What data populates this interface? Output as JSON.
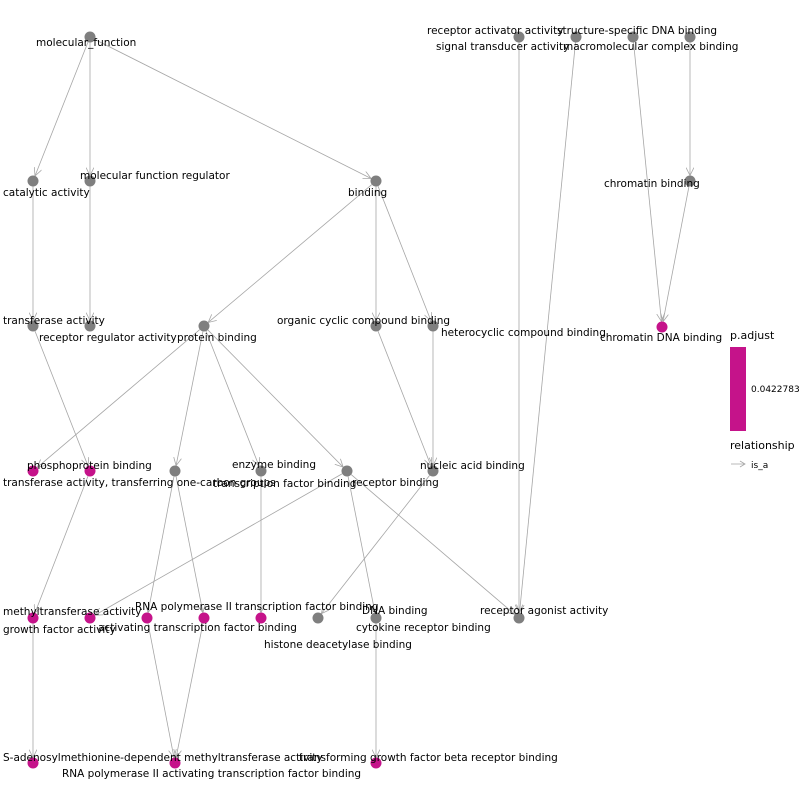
{
  "colors": {
    "significant": "#c5138a",
    "nonsignificant": "#7f7f7f",
    "edge": "#a6a6a6"
  },
  "nodes": [
    {
      "id": "mf",
      "label": "molecular_function",
      "sig": false
    },
    {
      "id": "cat",
      "label": "catalytic activity",
      "sig": false
    },
    {
      "id": "mfr",
      "label": "molecular function regulator",
      "sig": false
    },
    {
      "id": "binding",
      "label": "binding",
      "sig": false
    },
    {
      "id": "rec_act",
      "label": "receptor activator activity",
      "sig": false
    },
    {
      "id": "sig_trans",
      "label": "signal transducer activity",
      "sig": false
    },
    {
      "id": "ssdna",
      "label": "structure-specific DNA binding",
      "sig": false
    },
    {
      "id": "macro",
      "label": "macromolecular complex binding",
      "sig": false
    },
    {
      "id": "chrom",
      "label": "chromatin binding",
      "sig": false
    },
    {
      "id": "chromdna",
      "label": "chromatin DNA binding",
      "sig": true
    },
    {
      "id": "transf",
      "label": "transferase activity",
      "sig": false
    },
    {
      "id": "rra",
      "label": "receptor regulator activity",
      "sig": false
    },
    {
      "id": "prot",
      "label": "protein binding",
      "sig": false
    },
    {
      "id": "occb",
      "label": "organic cyclic compound binding",
      "sig": false
    },
    {
      "id": "hcb",
      "label": "heterocyclic compound binding",
      "sig": false
    },
    {
      "id": "ppb",
      "label": "phosphoprotein binding",
      "sig": true
    },
    {
      "id": "tr1c",
      "label": "transferase activity, transferring one-carbon groups",
      "sig": true
    },
    {
      "id": "tfb",
      "label": "transcription factor binding",
      "sig": false
    },
    {
      "id": "enz",
      "label": "enzyme binding",
      "sig": false
    },
    {
      "id": "recb",
      "label": "receptor binding",
      "sig": false
    },
    {
      "id": "nab",
      "label": "nucleic acid binding",
      "sig": false
    },
    {
      "id": "meth",
      "label": "methyltransferase activity",
      "sig": true
    },
    {
      "id": "gfa",
      "label": "growth factor activity",
      "sig": true
    },
    {
      "id": "rnapol",
      "label": "RNA polymerase II transcription factor binding",
      "sig": true
    },
    {
      "id": "atfb",
      "label": "activating transcription factor binding",
      "sig": true
    },
    {
      "id": "hdb",
      "label": "histone deacetylase binding",
      "sig": true
    },
    {
      "id": "dna",
      "label": "DNA binding",
      "sig": false
    },
    {
      "id": "cytok",
      "label": "cytokine receptor binding",
      "sig": false
    },
    {
      "id": "rag",
      "label": "receptor agonist activity",
      "sig": false
    },
    {
      "id": "sam",
      "label": "S-adenosylmethionine-dependent methyltransferase activity",
      "sig": true
    },
    {
      "id": "rnapolact",
      "label": "RNA polymerase II activating transcription factor binding",
      "sig": true
    },
    {
      "id": "tgfb",
      "label": "transforming growth factor beta receptor binding",
      "sig": true
    }
  ],
  "edges": [
    [
      "mf",
      "cat"
    ],
    [
      "mf",
      "mfr"
    ],
    [
      "mf",
      "binding"
    ],
    [
      "cat",
      "transf"
    ],
    [
      "mfr",
      "rra"
    ],
    [
      "binding",
      "prot"
    ],
    [
      "binding",
      "occb"
    ],
    [
      "binding",
      "hcb"
    ],
    [
      "rec_act",
      "rag"
    ],
    [
      "sig_trans",
      "rag"
    ],
    [
      "ssdna",
      "chromdna"
    ],
    [
      "macro",
      "chrom"
    ],
    [
      "chrom",
      "chromdna"
    ],
    [
      "transf",
      "tr1c"
    ],
    [
      "prot",
      "ppb"
    ],
    [
      "prot",
      "tfb"
    ],
    [
      "prot",
      "enz"
    ],
    [
      "prot",
      "recb"
    ],
    [
      "occb",
      "nab"
    ],
    [
      "hcb",
      "nab"
    ],
    [
      "tr1c",
      "meth"
    ],
    [
      "tfb",
      "rnapol"
    ],
    [
      "tfb",
      "atfb"
    ],
    [
      "enz",
      "hdb"
    ],
    [
      "recb",
      "gfa"
    ],
    [
      "recb",
      "cytok"
    ],
    [
      "recb",
      "rag"
    ],
    [
      "nab",
      "dna"
    ],
    [
      "meth",
      "sam"
    ],
    [
      "rnapol",
      "rnapolact"
    ],
    [
      "atfb",
      "rnapolact"
    ],
    [
      "cytok",
      "tgfb"
    ]
  ],
  "legend": {
    "padjust_title": "p.adjust",
    "padjust_value": "0.04227833",
    "relationship_title": "relationship",
    "relationship_entry": "is_a"
  }
}
